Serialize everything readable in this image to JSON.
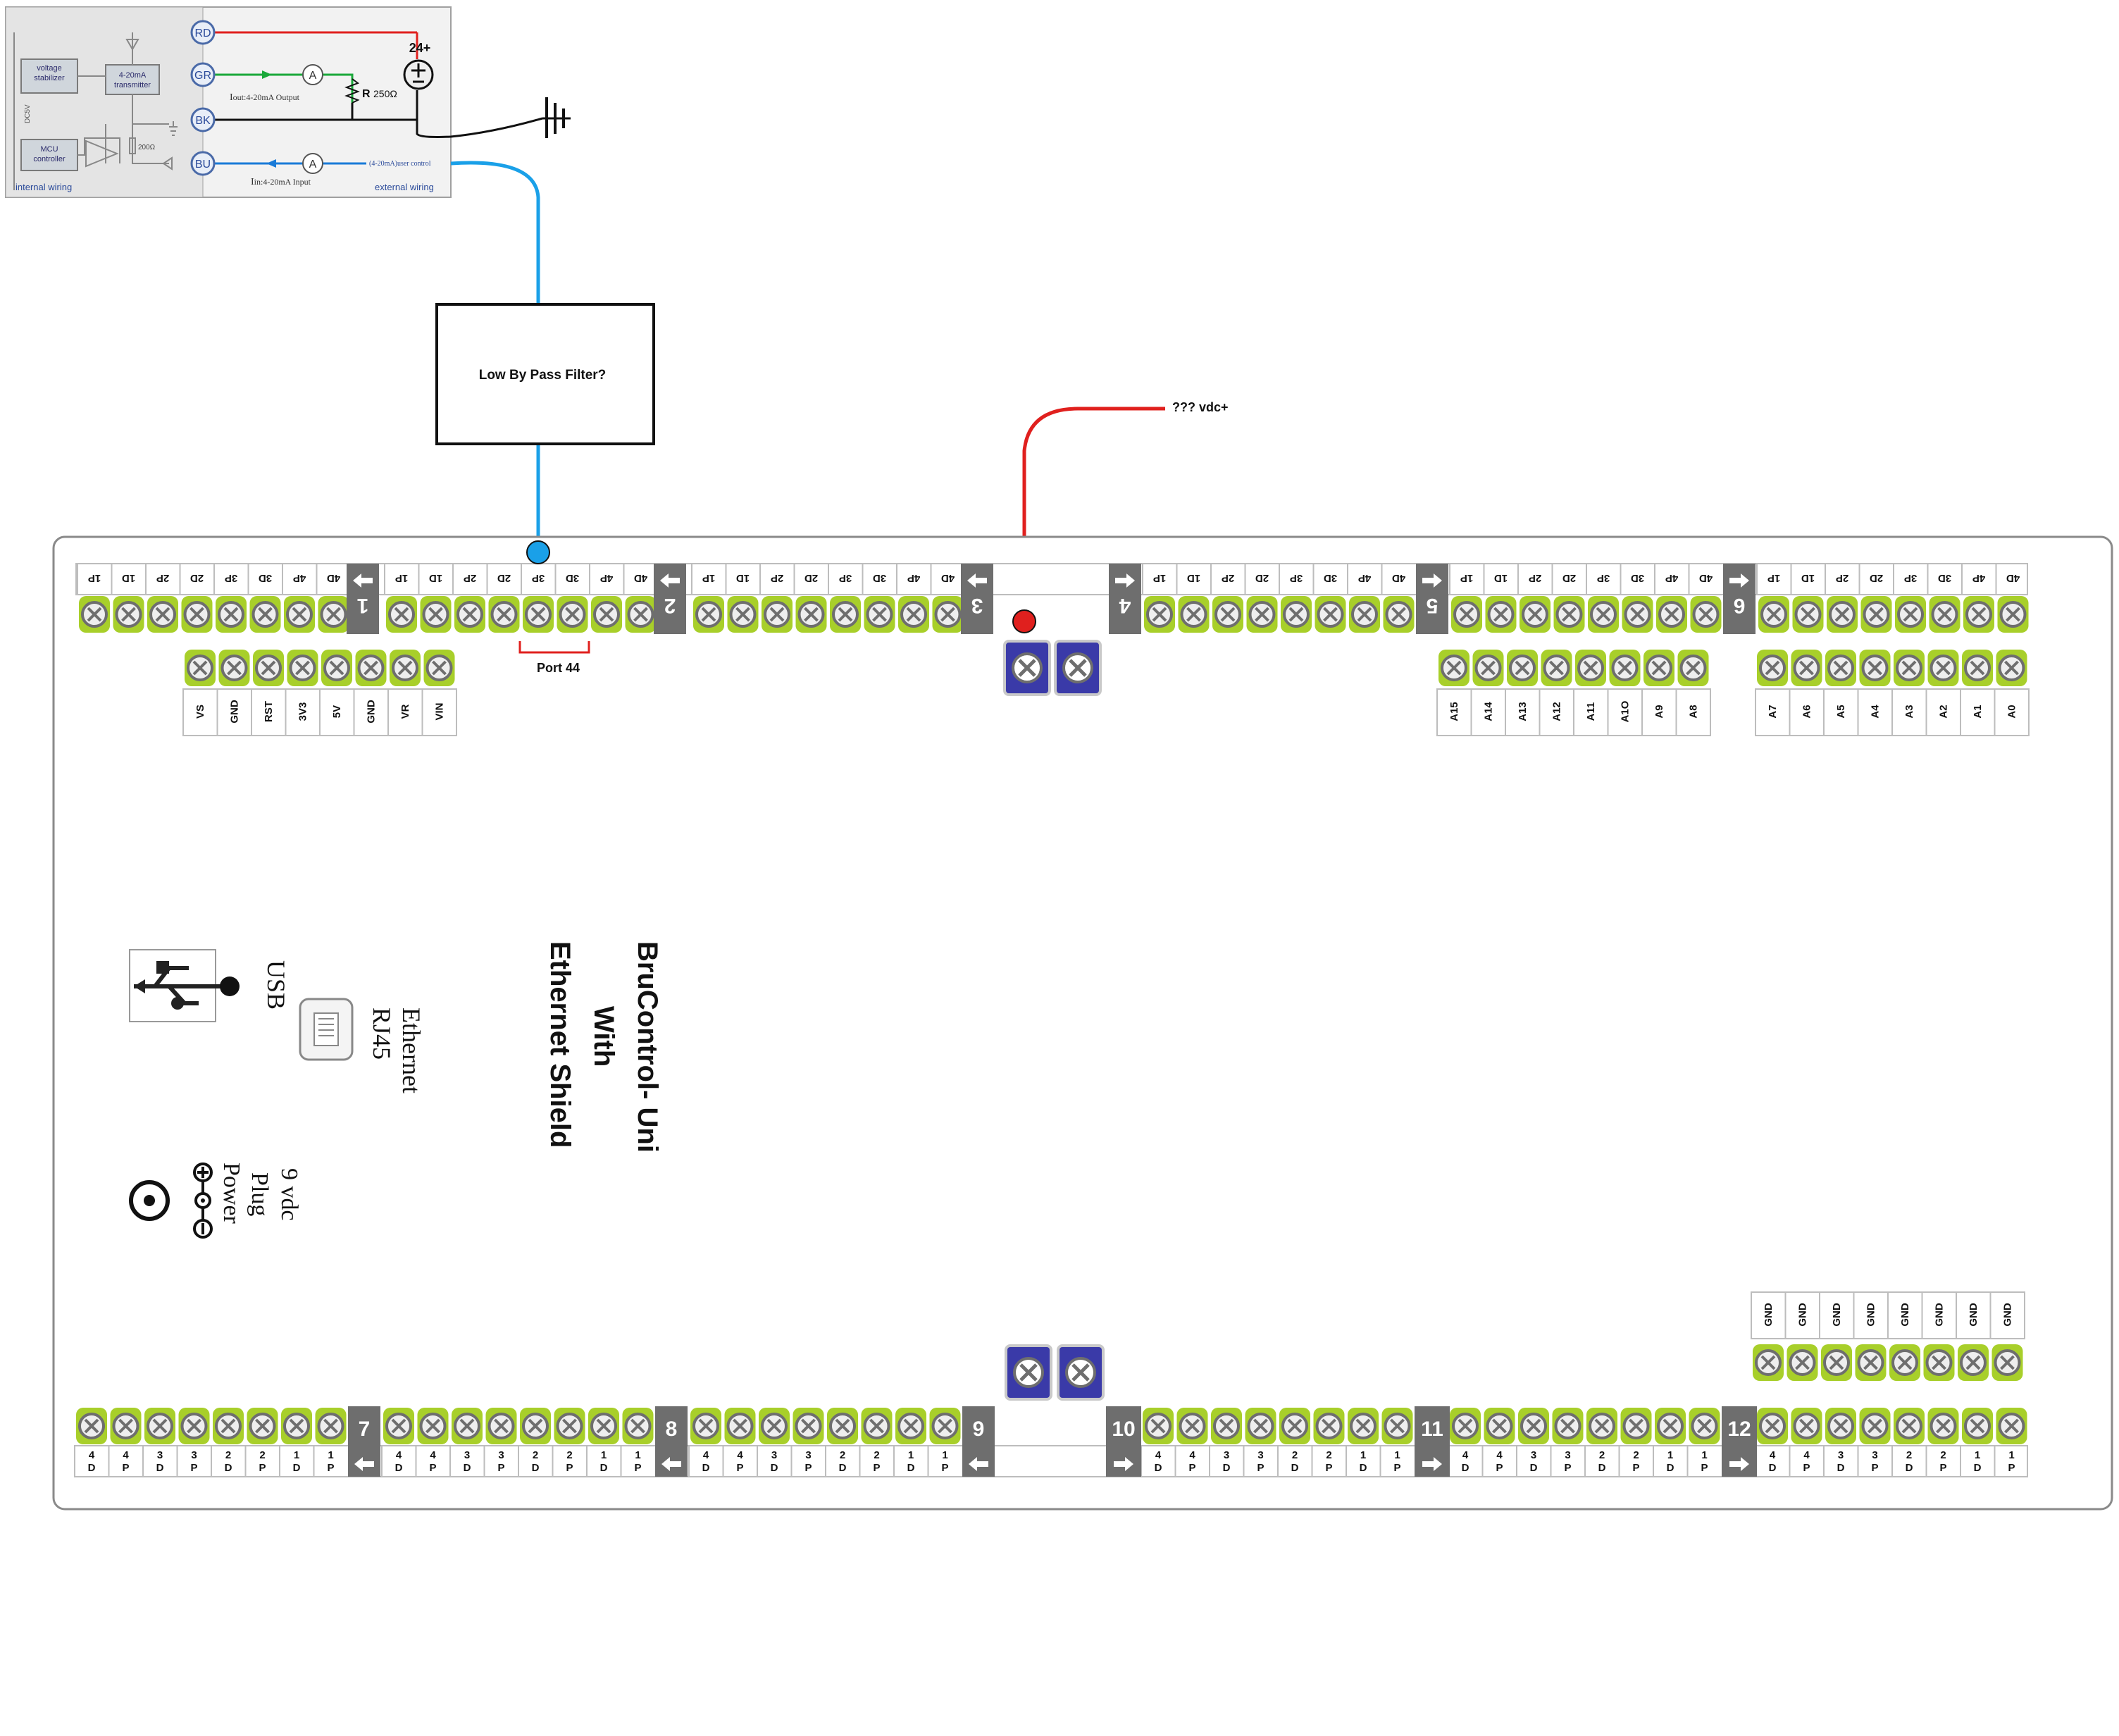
{
  "sensor": {
    "blocks": [
      "voltage stabilizer",
      "4-20mA transmitter",
      "MCU controller"
    ],
    "dcsv": "DC5V",
    "r200": "200Ω",
    "wires": [
      {
        "id": "RD",
        "color": "#e0201e"
      },
      {
        "id": "GR",
        "color": "#1aa83a"
      },
      {
        "id": "BK",
        "color": "#111111"
      },
      {
        "id": "BU",
        "color": "#1a7bd8"
      }
    ],
    "ammeter": "A",
    "supply": "24+",
    "iout_main": "I",
    "iout_sub": "out:4-20mA Output",
    "resistor_r": "R",
    "resistor_val": "250Ω",
    "iin_main": "I",
    "iin_sub": "in:4-20mA Input",
    "user_control": "(4-20mA)user control",
    "internal_label": "internal wiring",
    "external_label": "external wiring"
  },
  "filter_label": "Low By Pass Filter?",
  "vdc_label": "??? vdc+",
  "port_label": "Port 44",
  "board": {
    "title_lines": [
      "BruControl- Uni",
      "With",
      "Ethernet Shield"
    ],
    "usb_label": "USB",
    "rj45_lines": [
      "RJ45",
      "Ethernet"
    ],
    "power_lines": [
      "Power",
      "Plug",
      "9 vdc"
    ],
    "top_ports": [
      "1",
      "2",
      "3",
      "4",
      "5",
      "6"
    ],
    "bottom_ports": [
      "7",
      "8",
      "9",
      "10",
      "11",
      "12"
    ],
    "top_pin_labels": [
      "1P",
      "1D",
      "2P",
      "2D",
      "3P",
      "3D",
      "4P",
      "4D"
    ],
    "bottom_pin_labels": [
      "4D",
      "4P",
      "3D",
      "3P",
      "2D",
      "2P",
      "1D",
      "1P"
    ],
    "power_pins": [
      "VS",
      "GND",
      "RST",
      "3V3",
      "5V",
      "GND",
      "VR",
      "VIN"
    ],
    "analog_left": [
      "A15",
      "A14",
      "A13",
      "A12",
      "A11",
      "A1O",
      "A9",
      "A8"
    ],
    "analog_right": [
      "A7",
      "A6",
      "A5",
      "A4",
      "A3",
      "A2",
      "A1",
      "A0"
    ],
    "gnd_pins": [
      "GND",
      "GND",
      "GND",
      "GND",
      "GND",
      "GND",
      "GND",
      "GND"
    ]
  },
  "colors": {
    "terminal_green": "#a8cf2a",
    "terminal_blue": "#3a3aa8",
    "port_gray": "#6e6e6e",
    "wire_blue": "#1aa0e8",
    "wire_red": "#e0201e"
  }
}
